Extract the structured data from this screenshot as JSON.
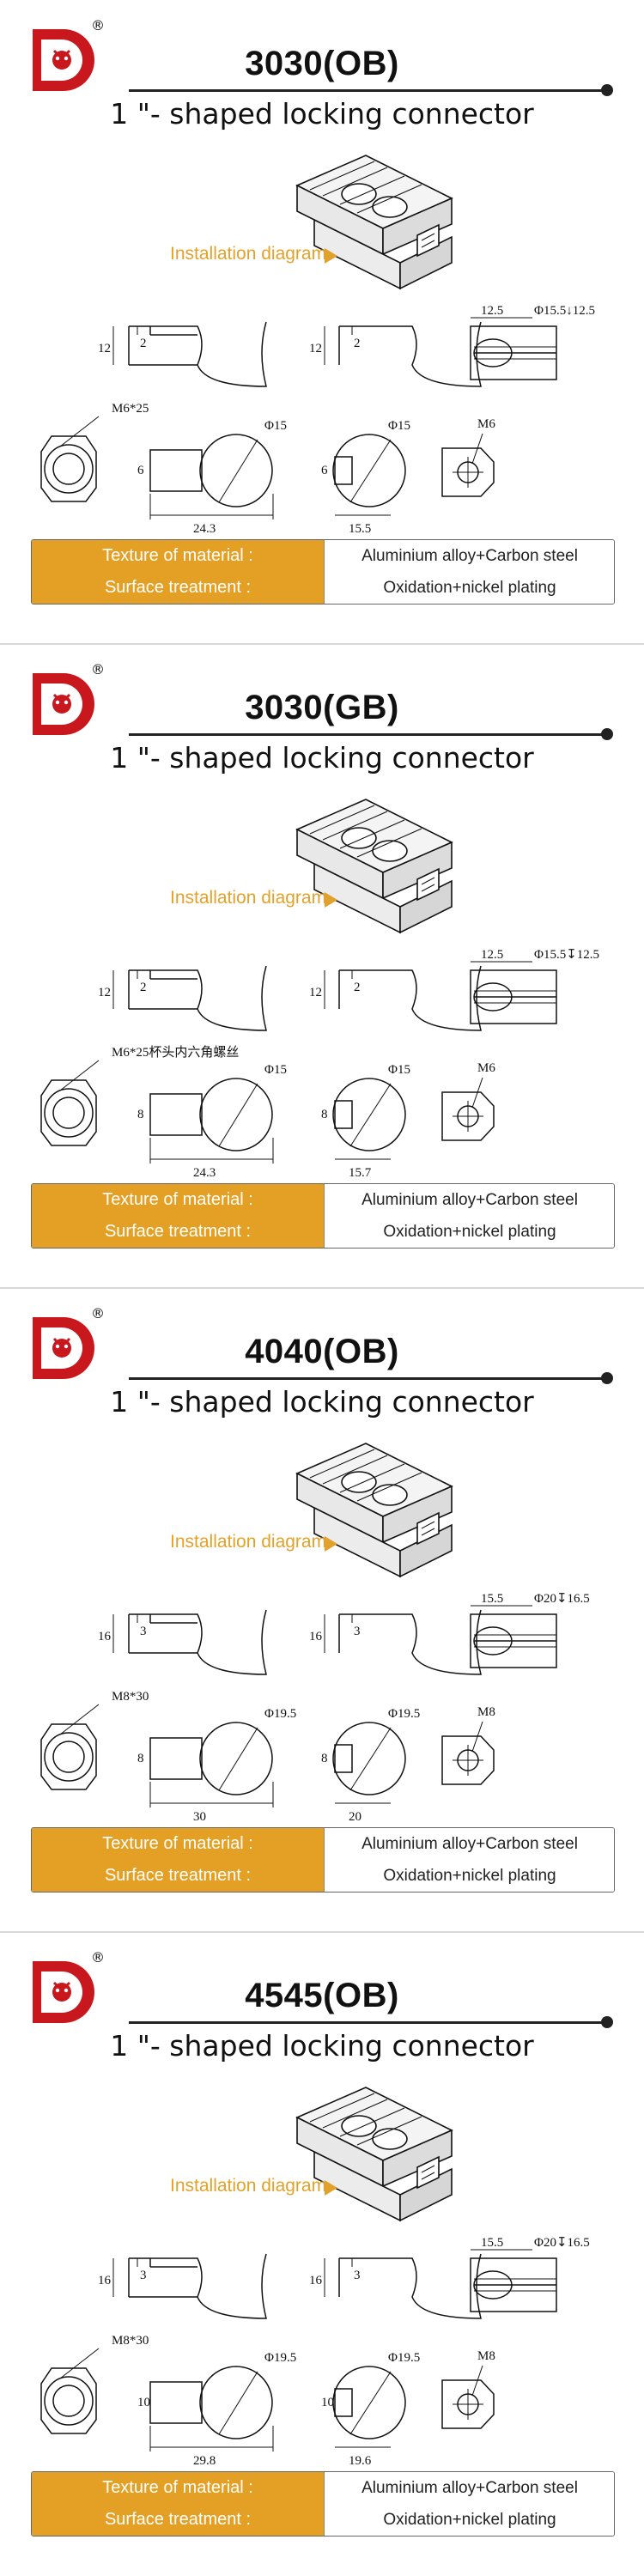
{
  "brand": {
    "reg_mark": "®",
    "colors": {
      "logo_red": "#c8171d",
      "accent": "#e4a025"
    }
  },
  "sections": [
    {
      "model": "3030(OB)",
      "subtitle": "1 \"- shaped locking connector",
      "install_label": "Installation diagram",
      "dims": {
        "d1": "12.5",
        "d2": "Φ15.5↓12.5",
        "d3": "2",
        "d4": "12",
        "d5": "2",
        "d6": "12",
        "screw": "M6*25",
        "d7": "Φ15",
        "d8": "Φ15",
        "d9": "6",
        "d10": "6",
        "len1": "24.3",
        "len2": "15.5",
        "nut": "M6"
      },
      "table": {
        "material_label": "Texture of material :",
        "material_value": "Aluminium alloy+Carbon steel",
        "surface_label": "Surface treatment :",
        "surface_value": "Oxidation+nickel plating"
      }
    },
    {
      "model": "3030(GB)",
      "subtitle": "1 \"- shaped locking connector",
      "install_label": "Installation diagram",
      "dims": {
        "d1": "12.5",
        "d2": "Φ15.5↧12.5",
        "d3": "2",
        "d4": "12",
        "d5": "2",
        "d6": "12",
        "screw": "M6*25杯头内六角螺丝",
        "d7": "Φ15",
        "d8": "Φ15",
        "d9": "8",
        "d10": "8",
        "len1": "24.3",
        "len2": "15.7",
        "nut": "M6"
      },
      "table": {
        "material_label": "Texture of material :",
        "material_value": "Aluminium alloy+Carbon steel",
        "surface_label": "Surface treatment :",
        "surface_value": "Oxidation+nickel plating"
      }
    },
    {
      "model": "4040(OB)",
      "subtitle": "1 \"- shaped locking connector",
      "install_label": "Installation diagram",
      "dims": {
        "d1": "15.5",
        "d2": "Φ20↧16.5",
        "d3": "3",
        "d4": "16",
        "d5": "3",
        "d6": "16",
        "screw": "M8*30",
        "d7": "Φ19.5",
        "d8": "Φ19.5",
        "d9": "8",
        "d10": "8",
        "len1": "30",
        "len2": "20",
        "nut": "M8"
      },
      "table": {
        "material_label": "Texture of material :",
        "material_value": "Aluminium alloy+Carbon steel",
        "surface_label": "Surface treatment :",
        "surface_value": "Oxidation+nickel plating"
      }
    },
    {
      "model": "4545(OB)",
      "subtitle": "1 \"- shaped locking connector",
      "install_label": "Installation diagram",
      "dims": {
        "d1": "15.5",
        "d2": "Φ20↧16.5",
        "d3": "3",
        "d4": "16",
        "d5": "3",
        "d6": "16",
        "screw": "M8*30",
        "d7": "Φ19.5",
        "d8": "Φ19.5",
        "d9": "10",
        "d10": "10",
        "len1": "29.8",
        "len2": "19.6",
        "nut": "M8"
      },
      "table": {
        "material_label": "Texture of material :",
        "material_value": "Aluminium alloy+Carbon steel",
        "surface_label": "Surface treatment :",
        "surface_value": "Oxidation+nickel plating"
      }
    }
  ]
}
